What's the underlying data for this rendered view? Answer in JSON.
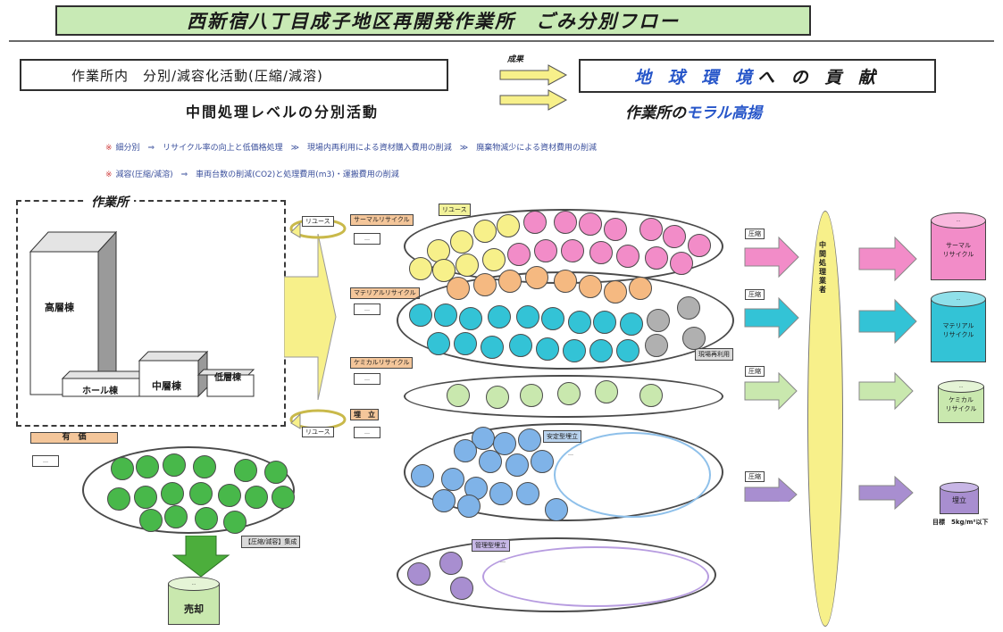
{
  "header": {
    "title": "西新宿八丁目成子地区再開発作業所　ごみ分別フロー"
  },
  "top": {
    "left_box": "作業所内　分別/減容化活動(圧縮/減溶)",
    "arrow_label": "成果",
    "right_box_blue": "地 球 環 境",
    "right_box_black": " へ の 貢 献",
    "sub_left": "中間処理レベルの分別活動",
    "sub_right_black": "作業所の",
    "sub_right_blue": "モラル高揚"
  },
  "notes": [
    {
      "mark": "※",
      "text": "細分別　⇒　リサイクル率の向上と低価格処理　≫　現場内再利用による資材購入費用の削減　≫　廃棄物減少による資材費用の削減"
    },
    {
      "mark": "※",
      "text": "減容(圧縮/減溶)　⇒　車両台数の削減(CO2)と処理費用(m3)・運搬費用の削減"
    }
  ],
  "facility": {
    "label": "作業所",
    "buildings": {
      "high": "高層棟",
      "mid": "中層棟",
      "low": "低層棟",
      "hall": "ホール棟"
    }
  },
  "valuables": {
    "label": "有　価",
    "sub": "…",
    "sort_label": "【圧縮/減容】集成",
    "sale_top": "…",
    "sale": "売却"
  },
  "flow_tags": {
    "reuse1": "リユース",
    "thermal": "サーマルリサイクル",
    "material": "マテリアルリサイクル",
    "chemical": "ケミカルリサイクル",
    "landfill": "埋　立",
    "reuse2": "リユース",
    "t_sub": "…",
    "m_sub": "…",
    "c_sub": "…",
    "l_sub": "…"
  },
  "groups": {
    "reuse": "リユース",
    "onsite": "現場再利用",
    "stable": "安定型埋立",
    "managed": "管理型埋立",
    "stable_text": "…",
    "managed_text": "…"
  },
  "mid_process": "中間処理業者",
  "compress": [
    "圧縮",
    "圧縮",
    "圧縮",
    "圧縮"
  ],
  "outputs": {
    "thermal_top": "…",
    "thermal": "サーマル\nリサイクル",
    "material_top": "…",
    "material": "マテリアル\nリサイクル",
    "chemical_top": "…",
    "chemical": "ケミカル\nリサイクル",
    "landfill": "埋立",
    "target": "目標　5kg/m²以下"
  },
  "colors": {
    "pink": "#f28cc8",
    "cyan": "#33c3d6",
    "lightgreen": "#c9e8ae",
    "purple": "#a88ed0",
    "yellow": "#f7f08a",
    "orange": "#f5b981",
    "green": "#48b84a",
    "blue": "#7fb3e8",
    "grey": "#b0b0b0"
  }
}
